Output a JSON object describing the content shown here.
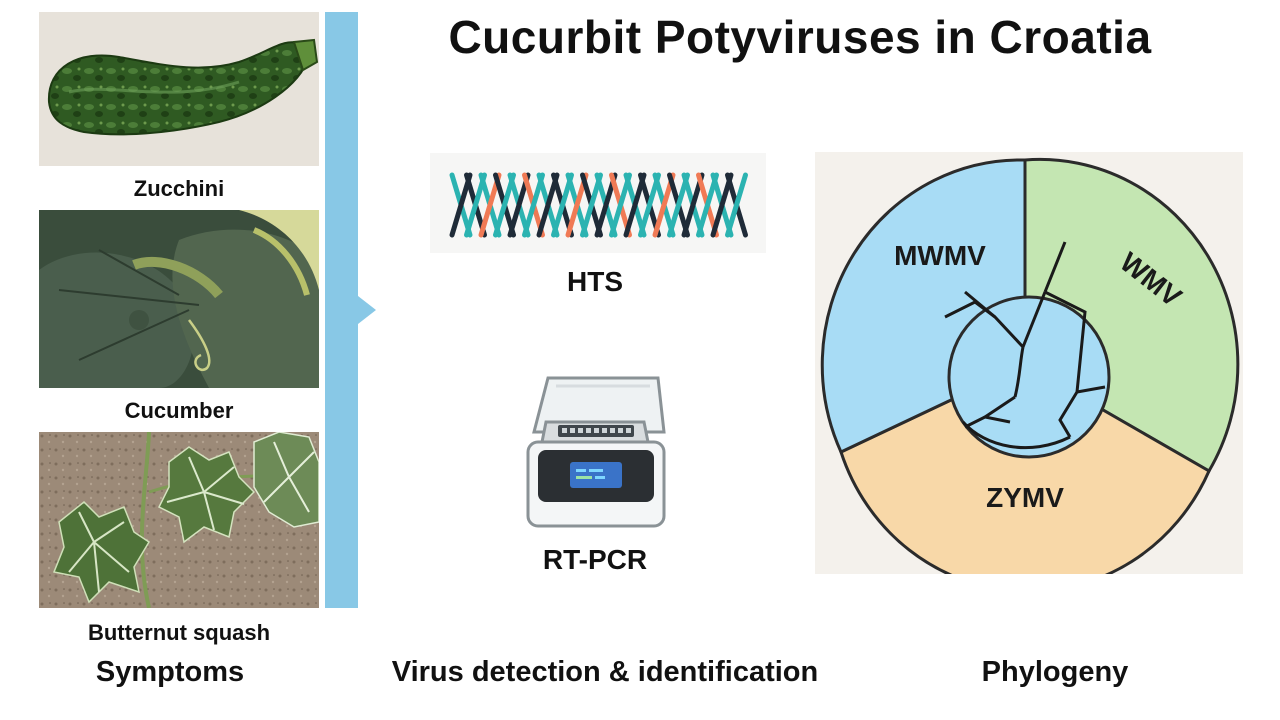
{
  "title": "Cucurbit Potyviruses in Croatia",
  "symptoms": {
    "photos": [
      {
        "caption": "Zucchini",
        "icon": "zucchini-photo"
      },
      {
        "caption": "Cucumber",
        "icon": "cucumber-leaf-photo"
      },
      {
        "caption": "Butternut squash",
        "icon": "butternut-squash-leaf-photo"
      }
    ],
    "section_label": "Symptoms"
  },
  "detection": {
    "hts_label": "HTS",
    "rtpcr_label": "RT-PCR",
    "section_label": "Virus detection & identification"
  },
  "phylogeny": {
    "section_label": "Phylogeny",
    "clades": [
      {
        "label": "MWMV",
        "color": "#a8dcf5"
      },
      {
        "label": "WMV",
        "color": "#c4e6b2"
      },
      {
        "label": "ZYMV",
        "color": "#f8d8a8"
      }
    ]
  },
  "colors": {
    "accent_bar": "#88c8e6",
    "helix_teal": "#2bb3b1",
    "helix_dark": "#1f2b38",
    "helix_orange": "#f07a55"
  }
}
